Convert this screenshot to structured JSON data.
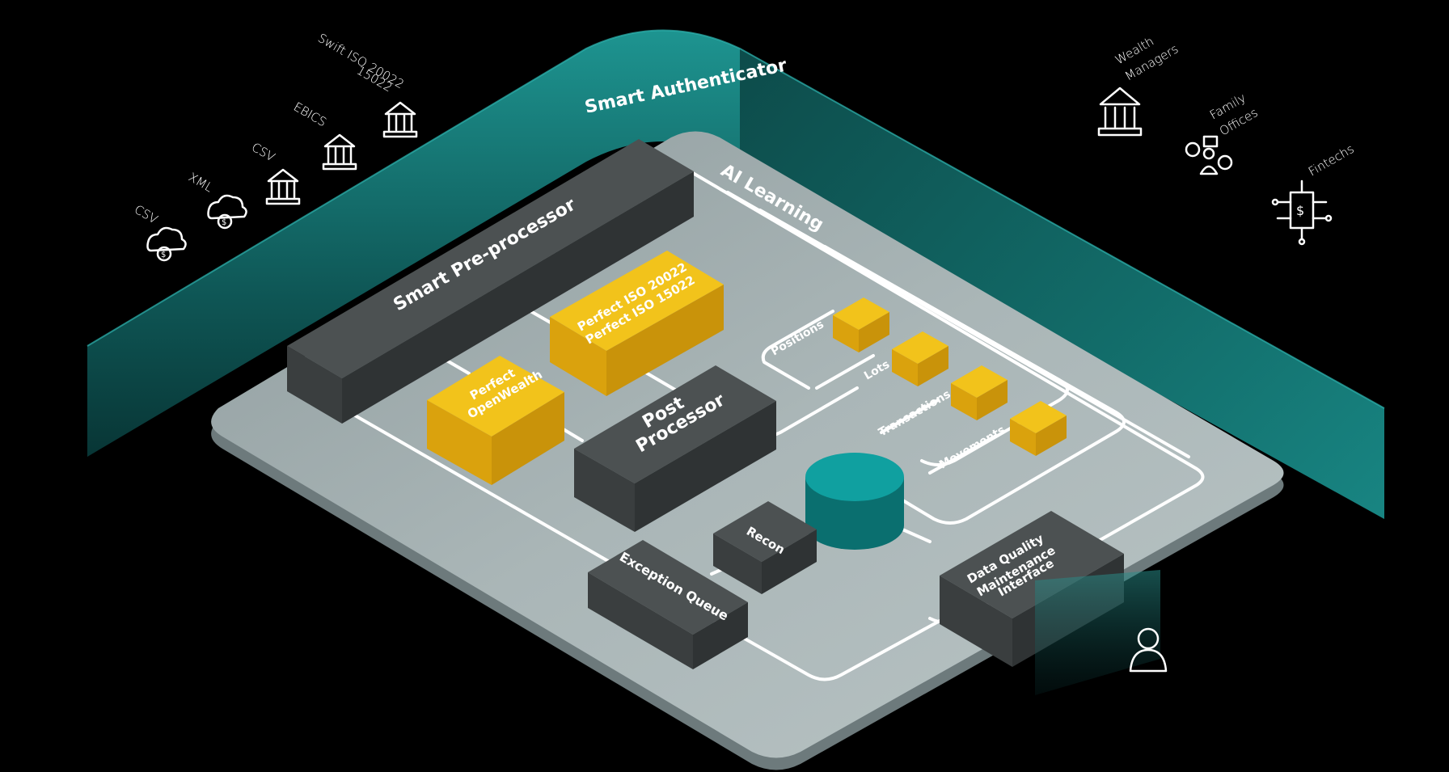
{
  "authenticator": {
    "label": "Smart Authenticator"
  },
  "ai_learning": {
    "label": "AI Learning"
  },
  "sources": [
    {
      "label": "CSV",
      "icon": "cloud-dollar-icon"
    },
    {
      "label": "XML",
      "icon": "cloud-dollar-icon"
    },
    {
      "label": "CSV",
      "icon": "bank-icon"
    },
    {
      "label": "EBICS",
      "icon": "bank-icon"
    },
    {
      "label_line1": "Swift ISO 20022",
      "label_line2": "15022",
      "icon": "bank-icon"
    }
  ],
  "clients": [
    {
      "label_line1": "Wealth",
      "label_line2": "Managers",
      "icon": "bank-icon"
    },
    {
      "label_line1": "Family",
      "label_line2": "Offices",
      "icon": "family-network-icon"
    },
    {
      "label_line1": "Fintechs",
      "label_line2": "",
      "icon": "circuit-dollar-icon"
    }
  ],
  "components": {
    "pre_processor": "Smart Pre-processor",
    "perfect_iso_line1": "Perfect ISO 20022",
    "perfect_iso_line2": "Perfect ISO 15022",
    "perfect_ow_line1": "Perfect",
    "perfect_ow_line2": "OpenWealth",
    "post_processor_line1": "Post",
    "post_processor_line2": "Processor",
    "recon": "Recon",
    "exception_queue": "Exception Queue",
    "dq_line1": "Data Quality",
    "dq_line2": "Maintenance",
    "dq_line3": "Interface"
  },
  "data_types": [
    "Positions",
    "Lots",
    "Transactions",
    "Movements"
  ],
  "user": {
    "icon": "user-icon"
  },
  "colors": {
    "background": "#000000",
    "teal": "#1a8f8c",
    "platform": "#a9b7b8",
    "dark_box": "#3f4344",
    "gold": "#e8b10c",
    "database": "#0f8e8e"
  }
}
